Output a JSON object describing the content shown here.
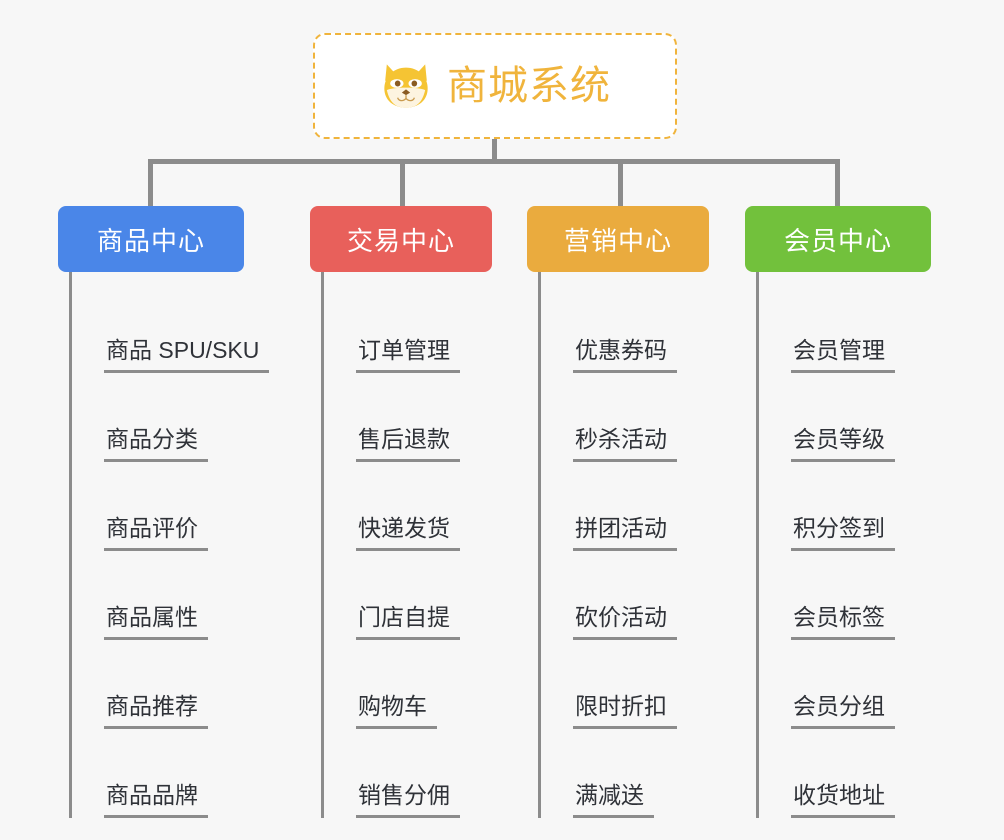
{
  "diagram": {
    "type": "mind-map",
    "background_color": "#f7f7f7",
    "connector_color": "#8c8c8c",
    "leaf_text_color": "#2f3238"
  },
  "root": {
    "title": "商城系统",
    "icon": "shiba-dog-face-icon",
    "border_color": "#f0b43c",
    "title_color": "#f0b43c",
    "background_color": "#ffffff"
  },
  "columns": [
    {
      "id": "product-center",
      "title": "商品中心",
      "color": "#4a86e8",
      "leaves": [
        {
          "label": "商品 SPU/SKU"
        },
        {
          "label": "商品分类"
        },
        {
          "label": "商品评价"
        },
        {
          "label": "商品属性"
        },
        {
          "label": "商品推荐"
        },
        {
          "label": "商品品牌"
        }
      ]
    },
    {
      "id": "trade-center",
      "title": "交易中心",
      "color": "#e8605b",
      "leaves": [
        {
          "label": "订单管理"
        },
        {
          "label": "售后退款"
        },
        {
          "label": "快递发货"
        },
        {
          "label": "门店自提"
        },
        {
          "label": "购物车"
        },
        {
          "label": "销售分佣"
        }
      ]
    },
    {
      "id": "marketing-center",
      "title": "营销中心",
      "color": "#eaab3e",
      "leaves": [
        {
          "label": "优惠券码"
        },
        {
          "label": "秒杀活动"
        },
        {
          "label": "拼团活动"
        },
        {
          "label": "砍价活动"
        },
        {
          "label": "限时折扣"
        },
        {
          "label": "满减送"
        }
      ]
    },
    {
      "id": "member-center",
      "title": "会员中心",
      "color": "#72c13c",
      "leaves": [
        {
          "label": "会员管理"
        },
        {
          "label": "会员等级"
        },
        {
          "label": "积分签到"
        },
        {
          "label": "会员标签"
        },
        {
          "label": "会员分组"
        },
        {
          "label": "收货地址"
        }
      ]
    }
  ]
}
